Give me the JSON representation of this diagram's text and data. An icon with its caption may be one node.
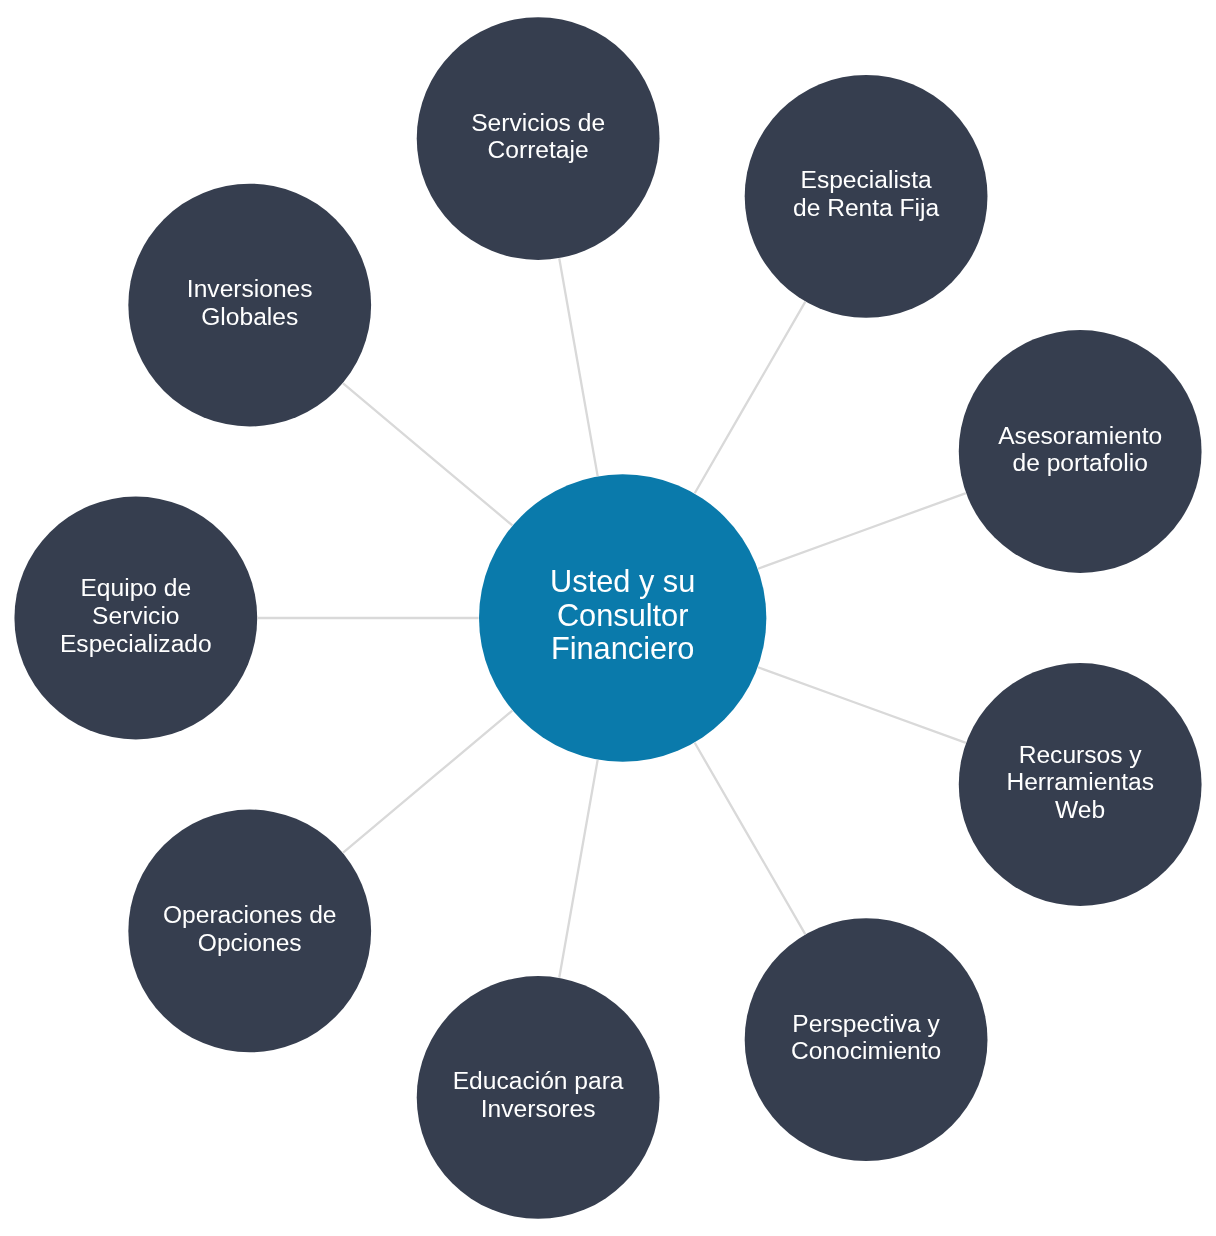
{
  "diagram": {
    "nodes": [
      {
        "text": [
          "Usted y su Consultor Financiero"
        ]
      },
      {
        "text": [
          "Asesoramiento de portafolio"
        ]
      },
      {
        "text": [
          "Especialista de Renta Fija"
        ]
      },
      {
        "text": [
          "Servicios de Corretaje"
        ]
      },
      {
        "text": [
          "Inversiones Globales"
        ]
      },
      {
        "text": [
          "Equipo de Servicio Especializado"
        ]
      },
      {
        "text": [
          "Operaciones de Opciones"
        ]
      },
      {
        "text": [
          "Educación para Inversores"
        ]
      },
      {
        "text": [
          "Perspectiva y Conocimiento"
        ]
      },
      {
        "text": [
          "Recursos y Herramientas Web"
        ]
      }
    ],
    "edges": [
      {
        "from": 0,
        "to": 1,
        "arrow": "none"
      },
      {
        "from": 0,
        "to": 2,
        "arrow": "none"
      },
      {
        "from": 0,
        "to": 3,
        "arrow": "none"
      },
      {
        "from": 0,
        "to": 4,
        "arrow": "none"
      },
      {
        "from": 0,
        "to": 5,
        "arrow": "none"
      },
      {
        "from": 0,
        "to": 6,
        "arrow": "none"
      },
      {
        "from": 0,
        "to": 7,
        "arrow": "none"
      },
      {
        "from": 0,
        "to": 8,
        "arrow": "none"
      },
      {
        "from": 0,
        "to": 9,
        "arrow": "none"
      }
    ]
  }
}
